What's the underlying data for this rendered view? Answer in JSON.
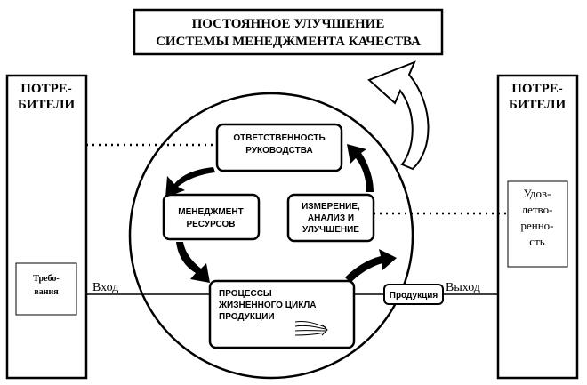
{
  "title": {
    "line1": "ПОСТОЯННОЕ УЛУЧШЕНИЕ",
    "line2": "СИСТЕМЫ МЕНЕДЖМЕНТА КАЧЕСТВА"
  },
  "left_column": {
    "heading_line1": "ПОТРЕ-",
    "heading_line2": "БИТЕЛИ",
    "requirements_line1": "Требо-",
    "requirements_line2": "вания"
  },
  "right_column": {
    "heading_line1": "ПОТРЕ-",
    "heading_line2": "БИТЕЛИ",
    "satisfaction_line1": "Удов-",
    "satisfaction_line2": "летво-",
    "satisfaction_line3": "ренно-",
    "satisfaction_line4": "сть"
  },
  "processes": {
    "responsibility_line1": "ОТВЕТСТВЕННОСТЬ",
    "responsibility_line2": "РУКОВОДСТВА",
    "resources_line1": "МЕНЕДЖМЕНТ",
    "resources_line2": "РЕСУРСОВ",
    "measurement_line1": "ИЗМЕРЕНИЕ,",
    "measurement_line2": "АНАЛИЗ И",
    "measurement_line3": "УЛУЧШЕНИЕ",
    "lifecycle_line1": "ПРОЦЕССЫ",
    "lifecycle_line2": "ЖИЗНЕННОГО ЦИКЛА",
    "lifecycle_line3": "ПРОДУКЦИИ"
  },
  "flow": {
    "input_label": "Вход",
    "output_label": "Выход",
    "product_label": "Продукция"
  }
}
